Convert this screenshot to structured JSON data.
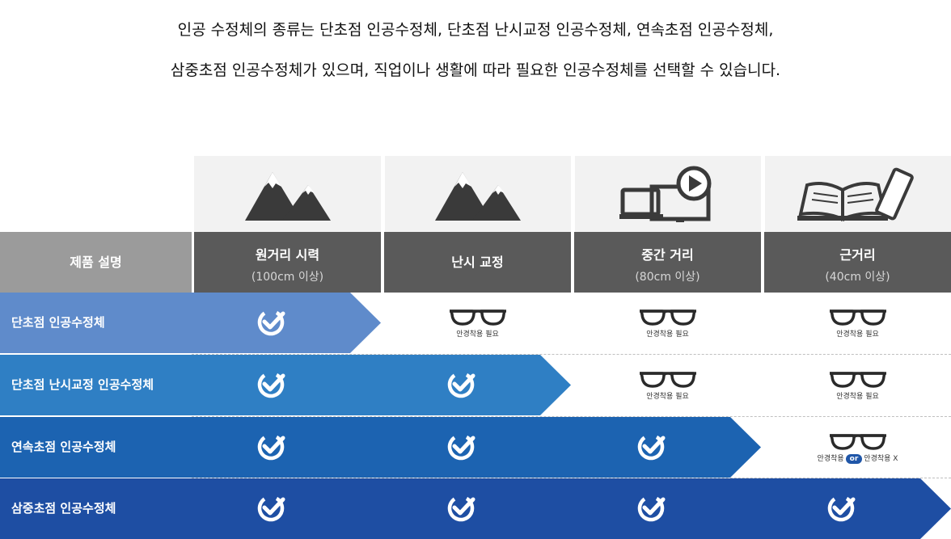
{
  "intro": {
    "line1": "인공 수정체의 종류는 단초점 인공수정체, 단초점 난시교정 인공수정체, 연속초점 인공수정체,",
    "line2": "삼중초점 인공수정체가 있으며, 직업이나 생활에 따라 필요한 인공수정체를 선택할 수 있습니다."
  },
  "table": {
    "label_header": "제품 설명",
    "columns": [
      {
        "icon": "mountains-icon",
        "title": "원거리 시력",
        "sub": "(100cm 이상)"
      },
      {
        "icon": "mountains-icon",
        "title": "난시 교정",
        "sub": ""
      },
      {
        "icon": "devices-play-icon",
        "title": "중간 거리",
        "sub": "(80cm 이상)"
      },
      {
        "icon": "book-phone-icon",
        "title": "근거리",
        "sub": "(40cm 이상)"
      }
    ],
    "rows": [
      {
        "label": "단초점 인공수정체",
        "color": "#5f8bcb",
        "covered": 1
      },
      {
        "label": "단초점 난시교정 인공수정체",
        "color": "#2f7fc4",
        "covered": 2
      },
      {
        "label": "연속초점 인공수정체",
        "color": "#1c63b1",
        "covered": 3
      },
      {
        "label": "삼중초점 인공수정체",
        "color": "#1e4ea3",
        "covered": 4
      }
    ],
    "glasses_caption": "안경착용 필요",
    "or_caption_left": "안경착용",
    "or_badge": "or",
    "or_caption_right": "안경착용 X"
  }
}
